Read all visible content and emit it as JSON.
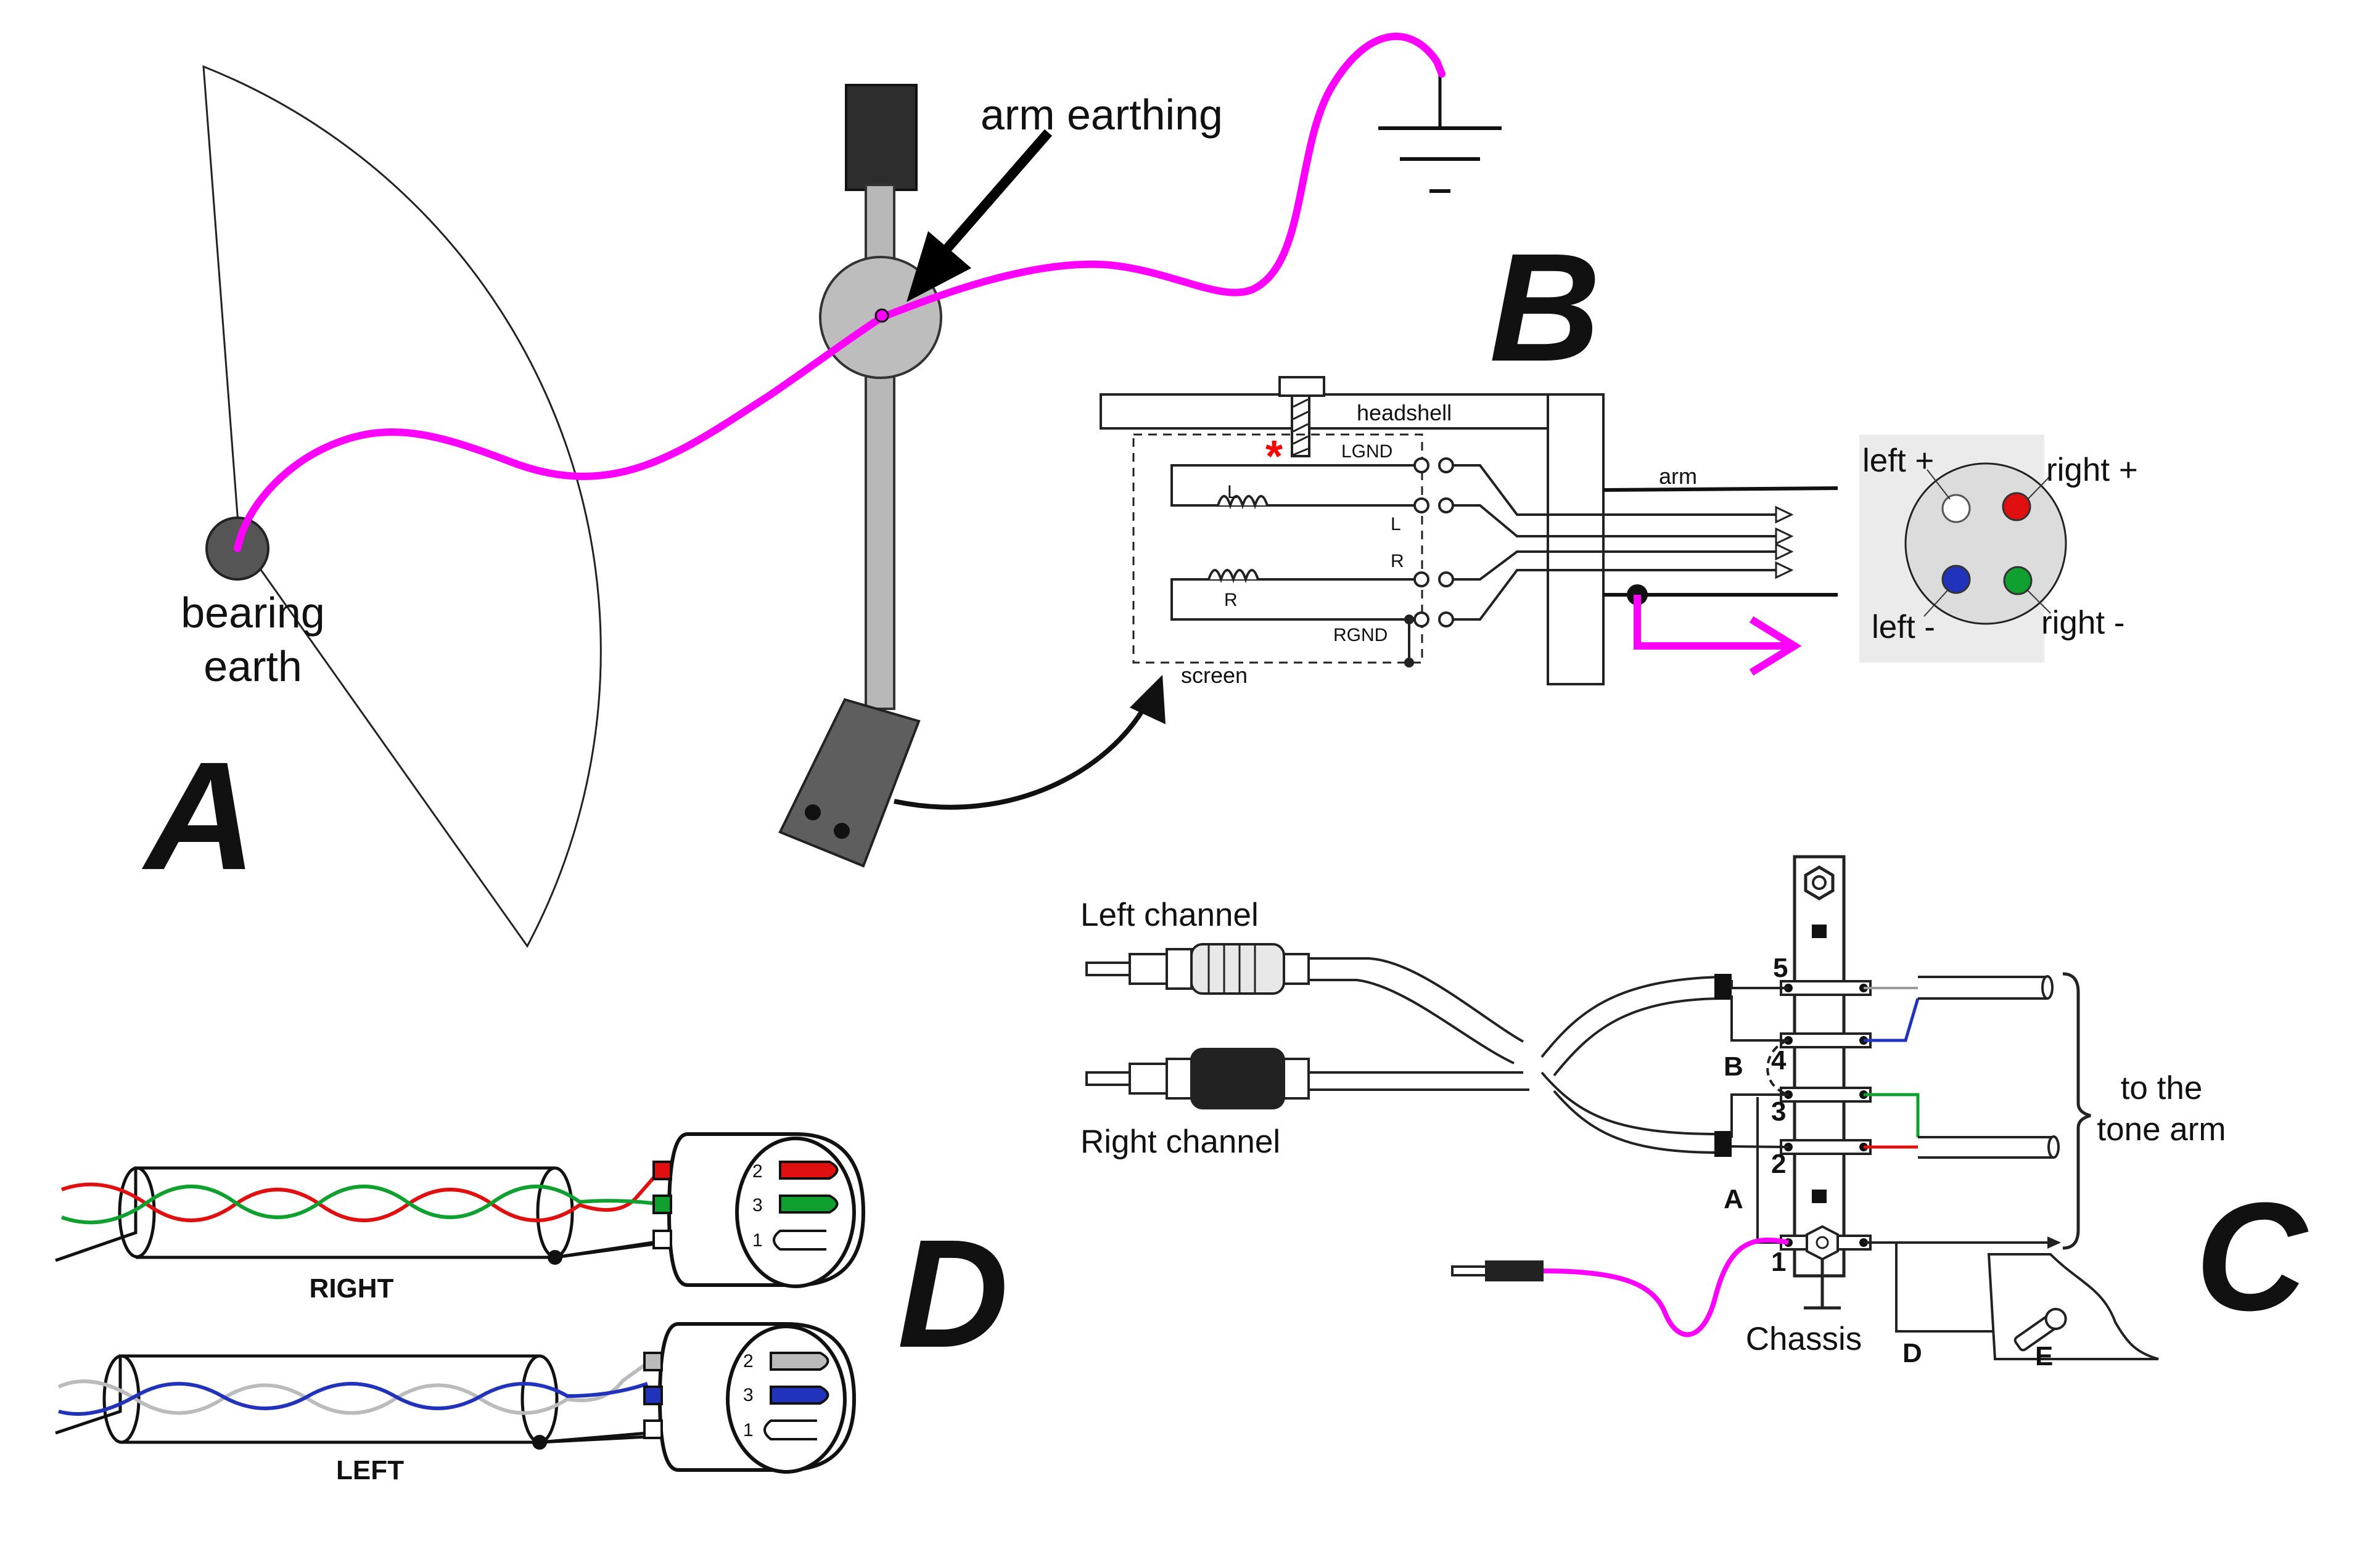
{
  "panels": {
    "a": {
      "letter": "A",
      "bearing_earth_line1": "bearing",
      "bearing_earth_line2": "earth",
      "arm_earthing": "arm earthing"
    },
    "b": {
      "letter": "B",
      "headshell": "headshell",
      "lgnd": "LGND",
      "l_coil": "L",
      "l_pin": "L",
      "r_pin": "R",
      "r_coil": "R",
      "rgnd": "RGND",
      "screen": "screen",
      "arm": "arm",
      "asterisk": "*",
      "connector": {
        "left_plus": "left +",
        "right_plus": "right +",
        "left_minus": "left -",
        "right_minus": "right -"
      }
    },
    "c": {
      "letter": "C",
      "left_channel": "Left channel",
      "right_channel": "Right channel",
      "to_the": "to the",
      "tone_arm": "tone arm",
      "pin5": "5",
      "pin4": "4",
      "pin3": "3",
      "pin2": "2",
      "pin1": "1",
      "label_a": "A",
      "label_b": "B",
      "label_d": "D",
      "label_e": "E",
      "chassis": "Chassis"
    },
    "d": {
      "letter": "D",
      "right": "RIGHT",
      "left": "LEFT",
      "pin2": "2",
      "pin3": "3",
      "pin1": "1"
    }
  },
  "colors": {
    "earth_wire": "#ff00ff",
    "red": "#e01010",
    "green": "#10a030",
    "blue": "#2233bb",
    "white": "#ffffff",
    "grey": "#bbbbbb"
  }
}
